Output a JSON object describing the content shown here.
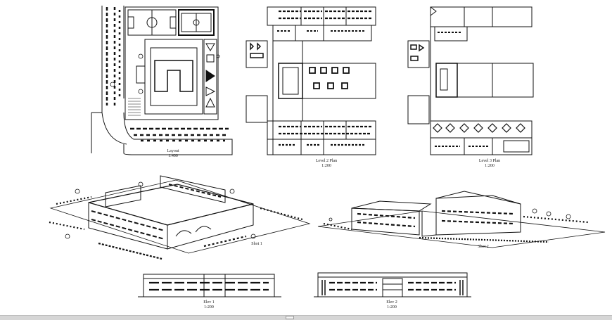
{
  "drawings": {
    "layout": {
      "title": "Layout",
      "scale": "1:400"
    },
    "level2": {
      "title": "Level 2 Plan",
      "scale": "1:200"
    },
    "level3": {
      "title": "Level 3 Plan",
      "scale": "1:200"
    },
    "shot1": {
      "title": "Shot 1"
    },
    "shot2": {
      "title": "Shot 2"
    },
    "elev1": {
      "title": "Elev 1",
      "scale": "1:200"
    },
    "elev2": {
      "title": "Elev 2",
      "scale": "1:200"
    }
  },
  "colors": {
    "line": "#111111",
    "paper": "#ffffff",
    "scrollbar": "#d6d6d6"
  }
}
